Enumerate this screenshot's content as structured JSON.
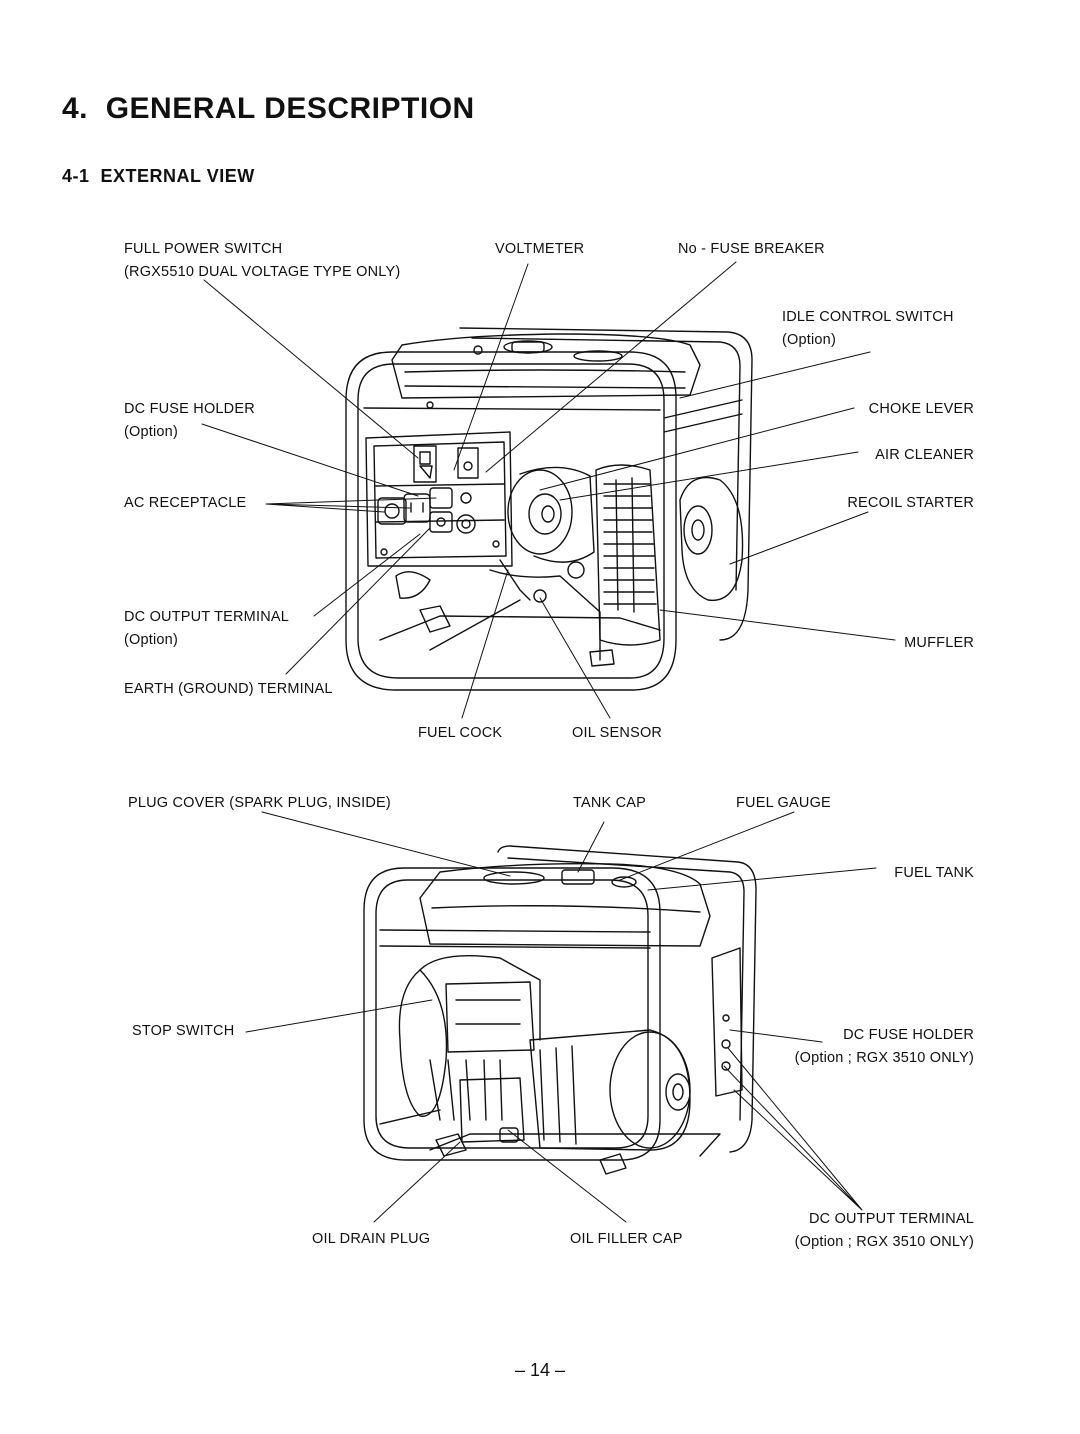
{
  "section": {
    "number": "4.",
    "title": "GENERAL DESCRIPTION"
  },
  "subsection": {
    "number": "4-1",
    "title": "EXTERNAL VIEW"
  },
  "figure_top": {
    "labels": {
      "full_power_switch": "FULL POWER SWITCH",
      "full_power_switch_note": "(RGX5510 DUAL VOLTAGE TYPE ONLY)",
      "voltmeter": "VOLTMETER",
      "no_fuse_breaker": "No - FUSE BREAKER",
      "idle_control_switch": "IDLE CONTROL SWITCH",
      "idle_control_switch_note": "(Option)",
      "dc_fuse_holder": "DC FUSE HOLDER",
      "dc_fuse_holder_note": "(Option)",
      "choke_lever": "CHOKE LEVER",
      "air_cleaner": "AIR CLEANER",
      "ac_receptacle": "AC RECEPTACLE",
      "recoil_starter": "RECOIL STARTER",
      "dc_output_terminal": "DC OUTPUT TERMINAL",
      "dc_output_terminal_note": "(Option)",
      "muffler": "MUFFLER",
      "earth_terminal": "EARTH (GROUND) TERMINAL",
      "fuel_cock": "FUEL COCK",
      "oil_sensor": "OIL SENSOR"
    }
  },
  "figure_bottom": {
    "labels": {
      "plug_cover": "PLUG COVER (SPARK PLUG, INSIDE)",
      "tank_cap": "TANK CAP",
      "fuel_gauge": "FUEL GAUGE",
      "fuel_tank": "FUEL TANK",
      "stop_switch": "STOP SWITCH",
      "dc_fuse_holder": "DC FUSE HOLDER",
      "dc_fuse_holder_note": "(Option ; RGX 3510 ONLY)",
      "oil_drain_plug": "OIL DRAIN PLUG",
      "oil_filler_cap": "OIL FILLER CAP",
      "dc_output_terminal": "DC OUTPUT TERMINAL",
      "dc_output_terminal_note": "(Option ; RGX 3510 ONLY)"
    }
  },
  "page_number": "– 14 –"
}
